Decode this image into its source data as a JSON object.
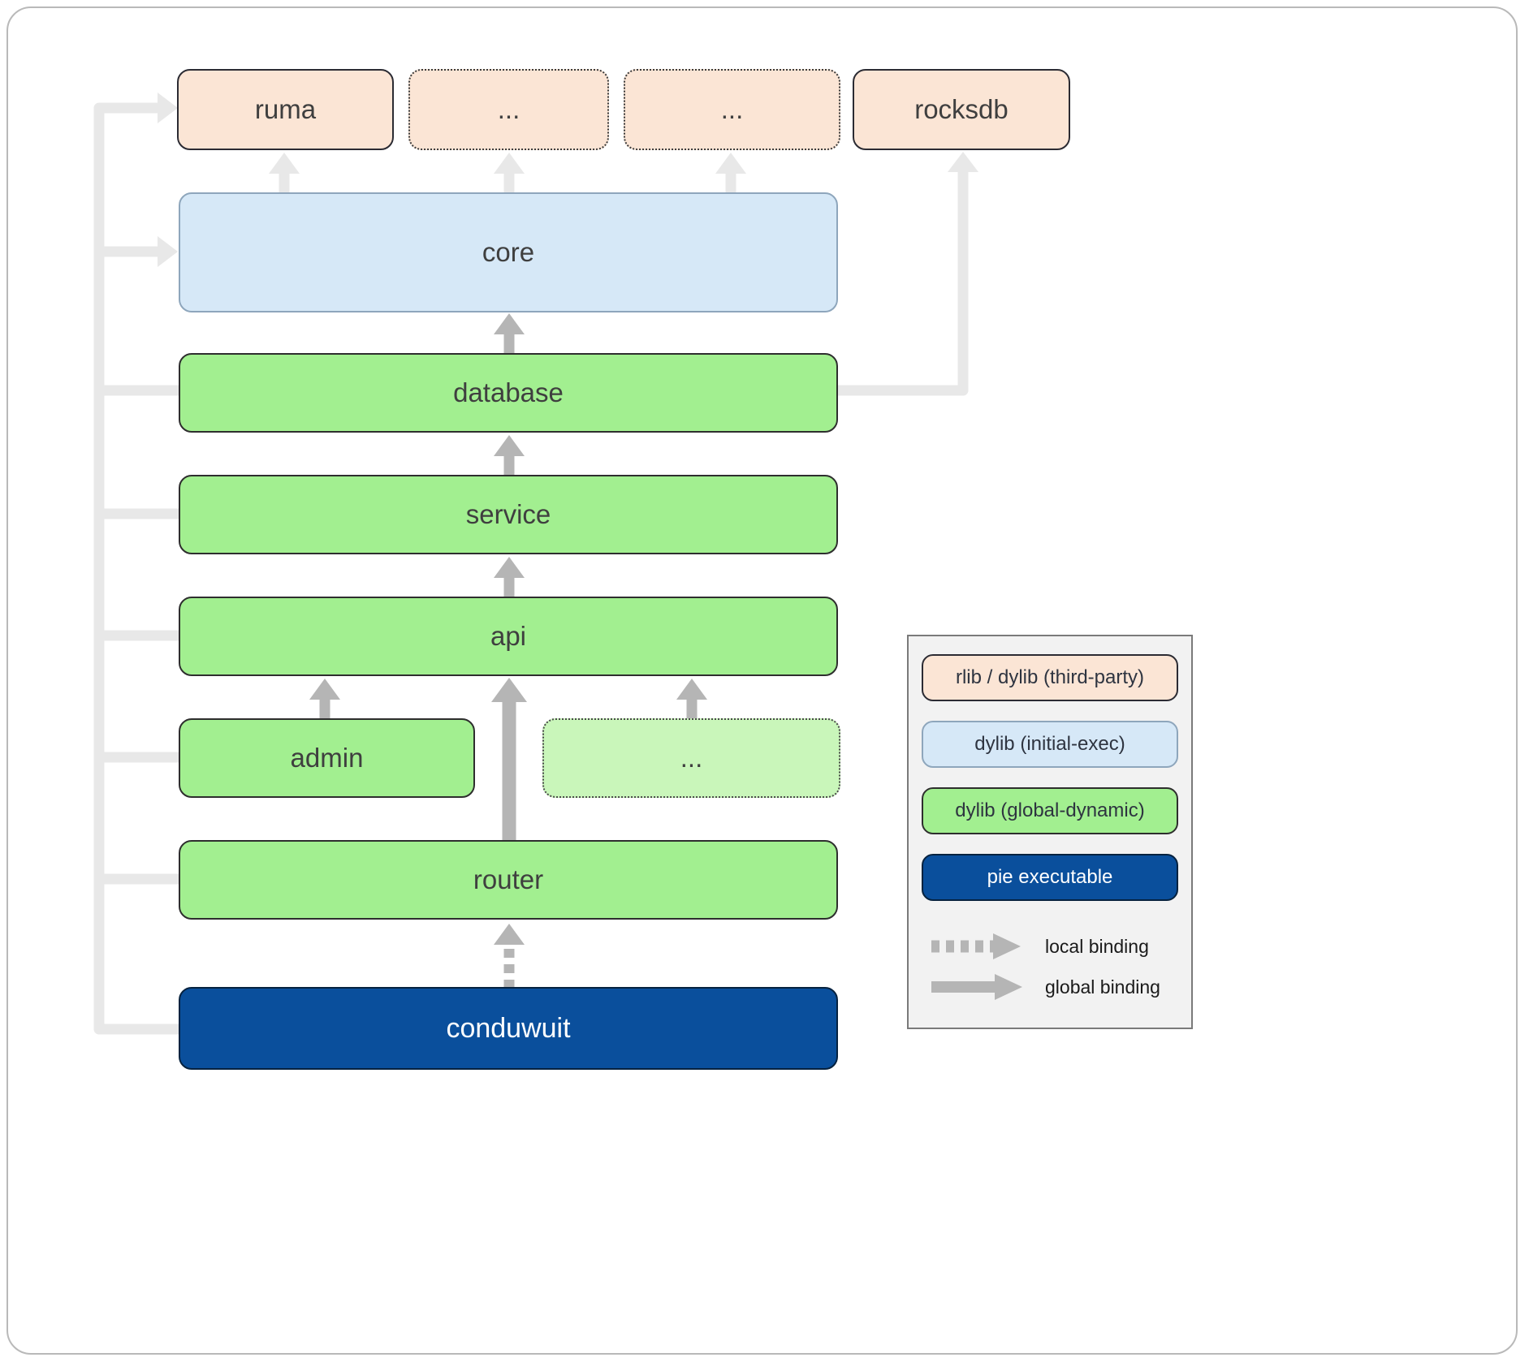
{
  "diagram": {
    "nodes": {
      "ruma": {
        "label": "ruma"
      },
      "dots_top_1": {
        "label": "..."
      },
      "dots_top_2": {
        "label": "..."
      },
      "rocksdb": {
        "label": "rocksdb"
      },
      "core": {
        "label": "core"
      },
      "database": {
        "label": "database"
      },
      "service": {
        "label": "service"
      },
      "api": {
        "label": "api"
      },
      "admin": {
        "label": "admin"
      },
      "dots_modules": {
        "label": "..."
      },
      "router": {
        "label": "router"
      },
      "conduwuit": {
        "label": "conduwuit"
      }
    },
    "colors": {
      "third_party_fill": "#fbe5d5",
      "initial_exec_fill": "#d6e8f7",
      "global_dynamic_fill": "#a2ef90",
      "global_dynamic_light_fill": "#c9f6ba",
      "pie_executable_fill": "#0a4f9c",
      "arrow_gray": "#b5b5b5",
      "arrow_light_gray": "#e8e8e8"
    }
  },
  "legend": {
    "items": [
      {
        "label": "rlib / dylib (third-party)"
      },
      {
        "label": "dylib (initial-exec)"
      },
      {
        "label": "dylib (global-dynamic)"
      },
      {
        "label": "pie executable"
      }
    ],
    "bindings": [
      {
        "label": "local binding"
      },
      {
        "label": "global binding"
      }
    ]
  }
}
